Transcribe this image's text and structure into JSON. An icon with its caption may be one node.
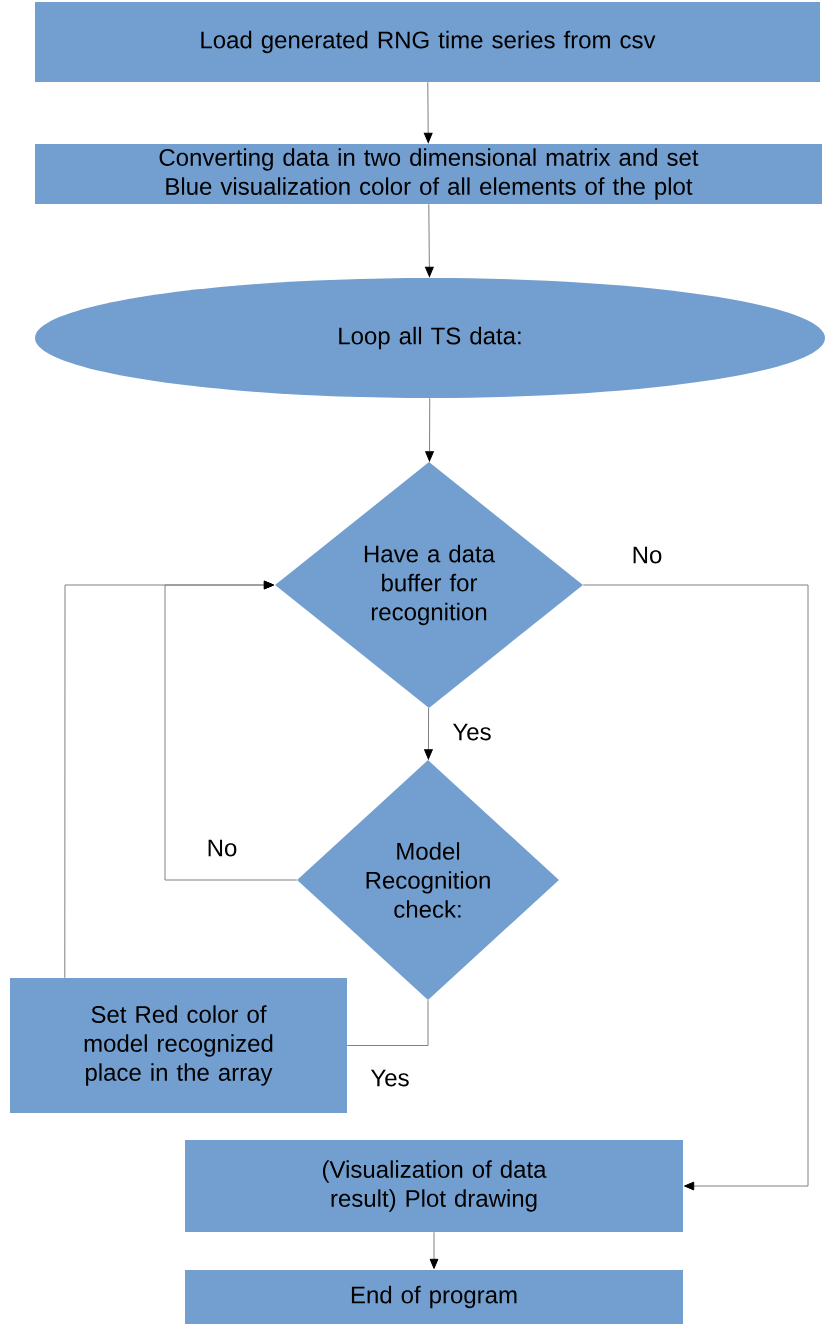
{
  "diagram": {
    "nodes": [
      {
        "text": [
          "Load generated RNG time series from csv"
        ]
      },
      {
        "text": [
          "Converting data in two dimensional matrix and set Blue visualization color of all elements of the plot"
        ]
      },
      {
        "text": [
          "Loop all TS data:"
        ]
      },
      {
        "text": [
          "Have a data buffer for recognition"
        ]
      },
      {
        "text": [
          "Model Recognition check:"
        ]
      },
      {
        "text": [
          "Set Red color of model recognized place in the array"
        ]
      },
      {
        "text": [
          "(Visualization of data result) Plot drawing"
        ]
      },
      {
        "text": [
          "End of program"
        ]
      }
    ],
    "edges": [
      {
        "from": 0,
        "to": 1,
        "arrow": "to"
      },
      {
        "from": 1,
        "to": 2,
        "arrow": "to"
      },
      {
        "from": 2,
        "to": 3,
        "arrow": "to"
      },
      {
        "from": 3,
        "to": 4,
        "arrow": "to",
        "label": "Yes"
      },
      {
        "from": 3,
        "to": 6,
        "arrow": "to",
        "label": "No"
      },
      {
        "from": 4,
        "to": 3,
        "arrow": "to",
        "label": "No"
      },
      {
        "from": 4,
        "to": 5,
        "arrow": "none",
        "label": "Yes"
      },
      {
        "from": 5,
        "to": 3,
        "arrow": "to"
      },
      {
        "from": 6,
        "to": 7,
        "arrow": "to"
      }
    ]
  }
}
